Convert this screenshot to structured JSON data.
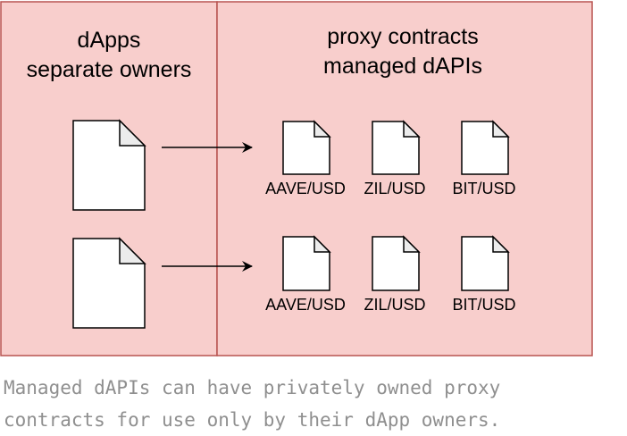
{
  "panels": {
    "left": {
      "title_line1": "dApps",
      "title_line2": "separate owners"
    },
    "right": {
      "title_line1": "proxy contracts",
      "title_line2": "managed dAPIs"
    }
  },
  "rows": [
    {
      "dapi_labels": [
        "AAVE/USD",
        "ZIL/USD",
        "BIT/USD"
      ]
    },
    {
      "dapi_labels": [
        "AAVE/USD",
        "ZIL/USD",
        "BIT/USD"
      ]
    }
  ],
  "caption": {
    "line1": "Managed dAPIs can have privately owned proxy",
    "line2": "contracts for use only by their dApp owners."
  },
  "colors": {
    "panel_fill": "#f8cecc",
    "panel_border": "#b85450",
    "doc_fill": "#ffffff",
    "doc_fold": "#ececec",
    "stroke": "#000000",
    "caption": "#8f8f8f"
  }
}
